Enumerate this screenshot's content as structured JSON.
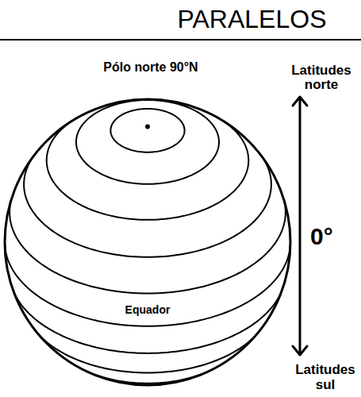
{
  "diagram": {
    "title": "PARALELOS",
    "labels": [
      "Pólo norte 90°N",
      "Latitudes norte",
      "0°",
      "Equador",
      "Latitudes sul"
    ]
  }
}
